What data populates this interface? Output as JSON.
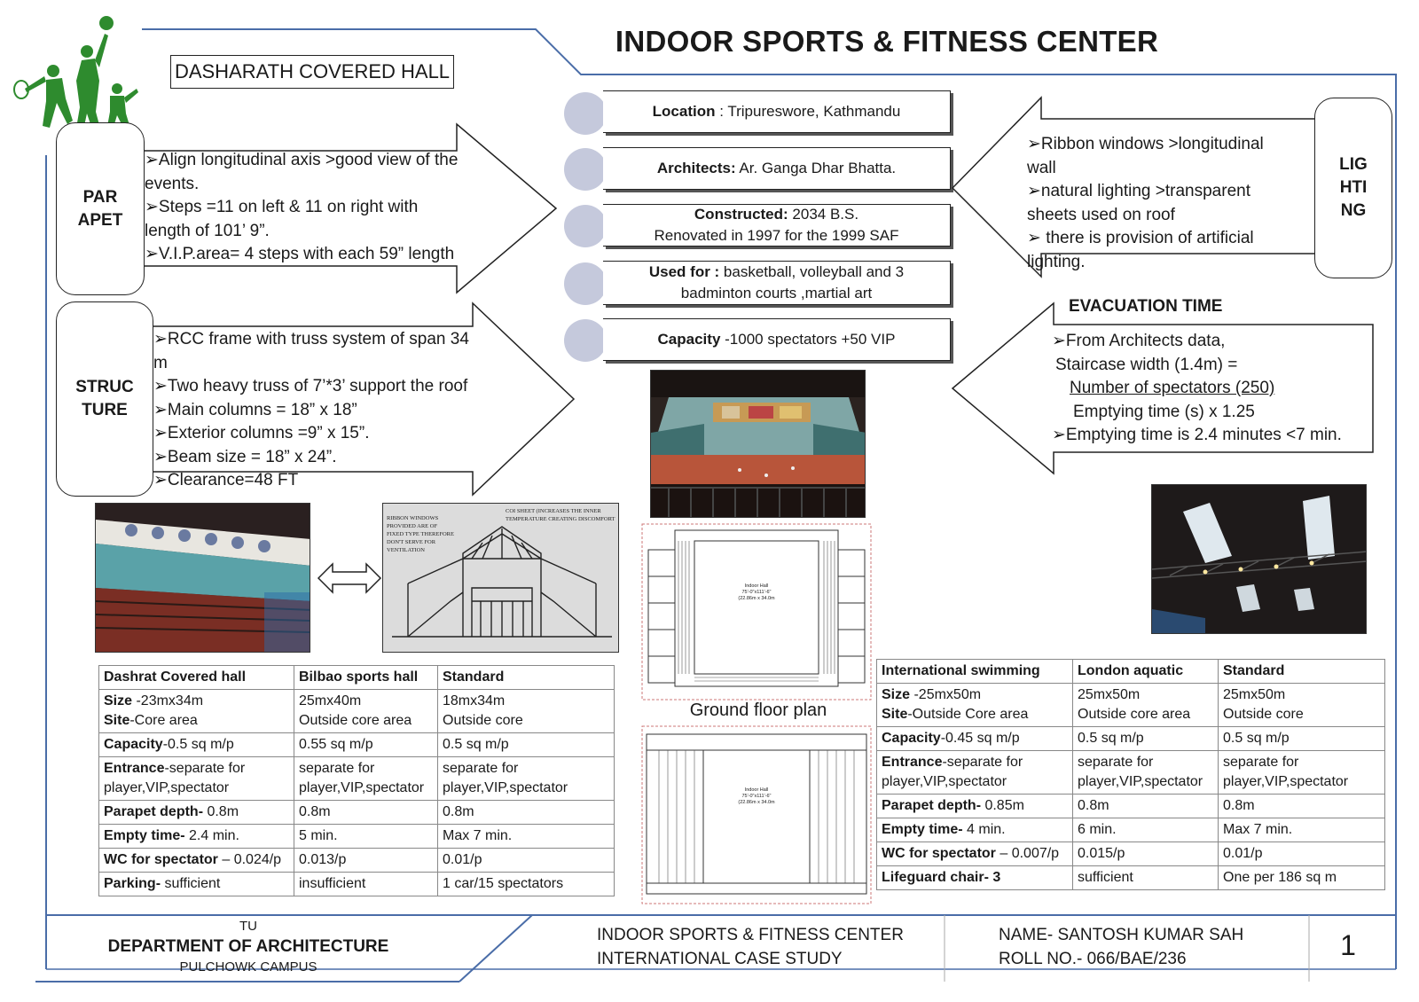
{
  "title": "INDOOR SPORTS & FITNESS CENTER",
  "hall_name": "DASHARATH COVERED HALL",
  "parapet": {
    "label_lines": [
      "PAR",
      "APET"
    ],
    "points": [
      "➢Align longitudinal axis >good view of the",
      "events.",
      "➢Steps =11 on left & 11 on right with",
      "length of 101’ 9”.",
      "➢V.I.P.area= 4 steps with each 59” length"
    ]
  },
  "structure": {
    "label_lines": [
      "STRUC",
      "TURE"
    ],
    "points": [
      "➢RCC frame with truss system of span 34",
      "m",
      "➢Two heavy truss of 7’*3’ support the roof",
      "➢Main columns = 18” x 18”",
      "➢Exterior columns =9” x 15”.",
      "➢Beam size = 18” x 24”.",
      "➢Clearance=48 FT"
    ]
  },
  "info": {
    "location_label": "Location",
    "location_value": " : Tripureswore,  Kathmandu",
    "architects_label": "Architects:",
    "architects_value": " Ar. Ganga Dhar Bhatta.",
    "constructed_label": "Constructed:",
    "constructed_value": " 2034 B.S.",
    "renovated": "Renovated in 1997 for the 1999 SAF",
    "used_label": "Used for :",
    "used_value": "  basketball, volleyball and 3",
    "used_value2": "badminton courts ,martial art",
    "capacity_label": "Capacity",
    "capacity_value": " -1000 spectators +50 VIP"
  },
  "lighting": {
    "label_lines": [
      "LIG",
      "HTI",
      "NG"
    ],
    "points": [
      "➢Ribbon windows >longitudinal",
      "wall",
      "➢natural lighting >transparent",
      "sheets used on roof",
      "➢ there is provision of artificial",
      "lighting."
    ]
  },
  "evacuation": {
    "title": "EVACUATION TIME",
    "lines": [
      "➢From Architects data,",
      "Staircase width (1.4m) =",
      "Number of spectators (250)",
      "Emptying time (s) x 1.25",
      "➢Emptying time is 2.4 minutes <7 min."
    ]
  },
  "section_notes": {
    "left": [
      "RIBBON WINDOWS",
      "PROVIDED ARE OF",
      "FIXED TYPE THEREFORE",
      "DON'T SERVE FOR",
      "VENTILATION"
    ],
    "top": [
      "COI SHEET (INCREASES THE INNER",
      "TEMPERATURE CREATING DISCOMFORT"
    ]
  },
  "plan": {
    "hall_label": [
      "Indoor Hall",
      "75'-0\"x111'-6\"",
      "(22.86m x 34.0m"
    ],
    "ground_floor_label": "Ground floor plan"
  },
  "table_left": {
    "headers": [
      "Dashrat Covered hall",
      "Bilbao sports hall",
      "Standard"
    ],
    "rows": [
      [
        {
          "b": "Size",
          "t": " -23mx34m",
          "b2": "Site",
          "t2": "-Core area"
        },
        {
          "t": "25mx40m",
          "t2": "Outside core area"
        },
        {
          "t": "18mx34m",
          "t2": "Outside core"
        }
      ],
      [
        {
          "b": "Capacity",
          "t": "-0.5 sq m/p"
        },
        {
          "t": "0.55 sq m/p"
        },
        {
          "t": "0.5 sq m/p"
        }
      ],
      [
        {
          "b": "Entrance",
          "t": "-separate for",
          "t2": "player,VIP,spectator"
        },
        {
          "t": "separate for",
          "t2": "player,VIP,spectator"
        },
        {
          "t": "separate for",
          "t2": "player,VIP,spectator"
        }
      ],
      [
        {
          "b": "Parapet depth-",
          "t": " 0.8m"
        },
        {
          "t": "0.8m"
        },
        {
          "t": "0.8m"
        }
      ],
      [
        {
          "b": "Empty time-",
          "t": " 2.4 min."
        },
        {
          "t": " 5 min."
        },
        {
          "t": "Max 7 min."
        }
      ],
      [
        {
          "b": "WC for spectator",
          "t": " – 0.024/p"
        },
        {
          "t": "0.013/p"
        },
        {
          "t": "0.01/p"
        }
      ],
      [
        {
          "b": "Parking-",
          "t": " sufficient"
        },
        {
          "t": "insufficient"
        },
        {
          "t": "1 car/15 spectators"
        }
      ]
    ]
  },
  "table_right": {
    "headers": [
      "International swimming",
      "London aquatic",
      "Standard"
    ],
    "rows": [
      [
        {
          "b": "Size",
          "t": " -25mx50m",
          "b2": "Site",
          "t2": "-Outside Core area"
        },
        {
          "t": "25mx50m",
          "t2": "Outside core area"
        },
        {
          "t": "25mx50m",
          "t2": "Outside core"
        }
      ],
      [
        {
          "b": "Capacity",
          "t": "-0.45 sq m/p"
        },
        {
          "t": "0.5 sq m/p"
        },
        {
          "t": "0.5 sq m/p"
        }
      ],
      [
        {
          "b": "Entrance",
          "t": "-separate for",
          "t2": "player,VIP,spectator"
        },
        {
          "t": "separate for",
          "t2": "player,VIP,spectator"
        },
        {
          "t": "separate for",
          "t2": "player,VIP,spectator"
        }
      ],
      [
        {
          "b": "Parapet depth-",
          "t": " 0.85m"
        },
        {
          "t": "0.8m"
        },
        {
          "t": "0.8m"
        }
      ],
      [
        {
          "b": "Empty time-",
          "t": " 4 min."
        },
        {
          "t": " 6 min."
        },
        {
          "t": "Max 7 min."
        }
      ],
      [
        {
          "b": "WC for spectator",
          "t": " – 0.007/p"
        },
        {
          "t": "0.015/p"
        },
        {
          "t": "0.01/p"
        }
      ],
      [
        {
          "b": "Lifeguard chair- 3",
          "t": ""
        },
        {
          "t": "sufficient"
        },
        {
          "t": "One per 186 sq m"
        }
      ]
    ]
  },
  "footer": {
    "tu": "TU",
    "department": "DEPARTMENT OF ARCHITECTURE",
    "campus": "PULCHOWK CAMPUS",
    "project_line1": "INDOOR SPORTS & FITNESS CENTER",
    "project_line2": "INTERNATIONAL CASE STUDY",
    "name": "NAME- SANTOSH KUMAR SAH",
    "roll": "ROLL NO.- 066/BAE/236",
    "page": "1"
  },
  "colors": {
    "frame": "#4a6da8",
    "circle": "#c5c9dc",
    "logo": "#2e8b2e"
  }
}
